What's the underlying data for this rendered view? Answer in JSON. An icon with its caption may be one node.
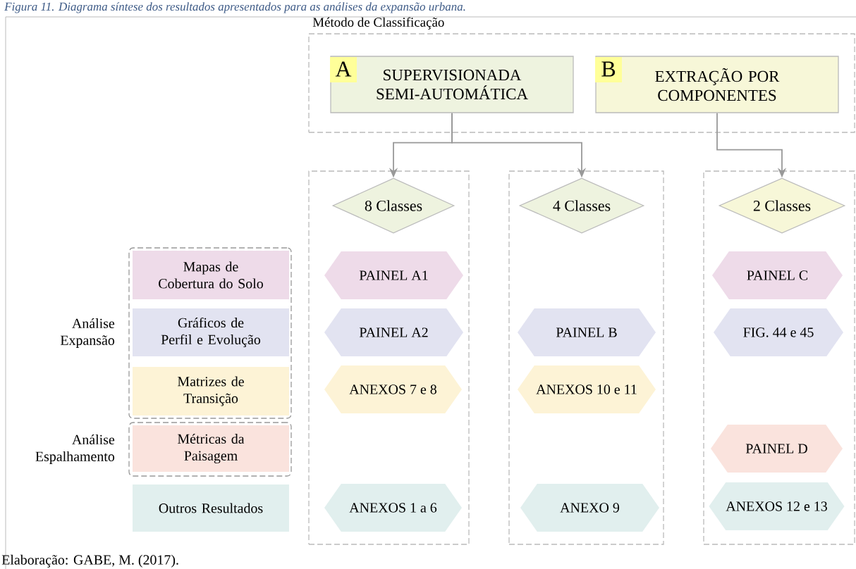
{
  "diagram": {
    "title": "Figura 11. Diagrama síntese dos resultados apresentados para as análises da expansão urbana.",
    "caption": "Elaboração: GABE, M. (2017).",
    "nodes": [
      {
        "text": [
          "Método de Classificação"
        ]
      },
      {
        "text": [
          "A",
          "SUPERVISIONADA SEMI-AUTOMÁTICA"
        ],
        "in": 0
      },
      {
        "text": [
          "B",
          "EXTRAÇÃO POR COMPONENTES"
        ],
        "in": 0
      },
      {
        "text": [],
        "shape": "box"
      },
      {
        "text": [
          "8 Classes"
        ],
        "in": 3
      },
      {
        "text": [],
        "shape": "box"
      },
      {
        "text": [
          "4 Classes"
        ],
        "in": 5
      },
      {
        "text": [],
        "shape": "box"
      },
      {
        "text": [
          "2 Classes"
        ],
        "in": 7
      },
      {
        "text": [],
        "shape": "box",
        "beside": [
          "Análise Expansão"
        ]
      },
      {
        "text": [
          "Mapas de Cobertura do Solo"
        ],
        "in": 9
      },
      {
        "text": [
          "Gráficos de Perfil e Evolução"
        ],
        "in": 9
      },
      {
        "text": [
          "Matrizes de Transição"
        ],
        "in": 9
      },
      {
        "text": [],
        "shape": "box",
        "beside": [
          "Análise Espalhamento"
        ]
      },
      {
        "text": [
          "Métricas da Paisagem"
        ],
        "in": 13
      },
      {
        "text": [
          "Outros Resultados"
        ]
      },
      {
        "text": [
          "PAINEL A1"
        ],
        "in": 3
      },
      {
        "text": [
          "PAINEL A2"
        ],
        "in": 3
      },
      {
        "text": [
          "ANEXOS 7 e 8"
        ],
        "in": 3
      },
      {
        "text": [
          "ANEXOS 1 a 6"
        ],
        "in": 3
      },
      {
        "text": [
          "PAINEL B"
        ],
        "in": 5
      },
      {
        "text": [
          "ANEXOS 10 e 11"
        ],
        "in": 5
      },
      {
        "text": [
          "ANEXO 9"
        ],
        "in": 5
      },
      {
        "text": [
          "PAINEL C"
        ],
        "in": 7
      },
      {
        "text": [
          "FIG. 44 e 45"
        ],
        "in": 7
      },
      {
        "text": [
          "PAINEL D"
        ],
        "in": 7
      },
      {
        "text": [
          "ANEXOS 12 e 13"
        ],
        "in": 7
      }
    ],
    "edges": [
      {
        "from": 1,
        "to": 4,
        "arrow": "to"
      },
      {
        "from": 1,
        "to": 6,
        "arrow": "to"
      },
      {
        "from": 2,
        "to": 8,
        "arrow": "to"
      }
    ]
  }
}
